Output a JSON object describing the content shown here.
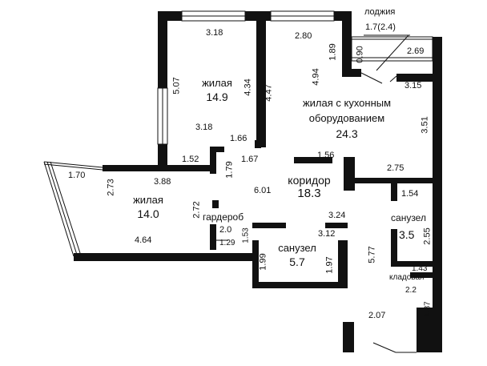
{
  "rooms": {
    "living1": {
      "name": "жилая",
      "area": "14.9"
    },
    "living_kitchen": {
      "name_line1": "жилая с кухонным",
      "name_line2": "оборудованием",
      "area": "24.3"
    },
    "living2": {
      "name": "жилая",
      "area": "14.0"
    },
    "corridor": {
      "name": "коридор",
      "area": "18.3"
    },
    "wardrobe": {
      "name": "гардероб",
      "area": "2.0"
    },
    "bath1": {
      "name": "санузел",
      "area": "5.7"
    },
    "bath2": {
      "name": "санузел",
      "area": "3.5"
    },
    "storage": {
      "name": "кладовая",
      "area": "2.2"
    },
    "loggia": {
      "name": "лоджия",
      "area": "1.7(2.4)"
    }
  },
  "dims": {
    "d318a": "3.18",
    "d507": "5.07",
    "d434": "4.34",
    "d318b": "3.18",
    "d166": "1.66",
    "d280": "2.80",
    "d189": "1.89",
    "d090": "0.90",
    "d269": "2.69",
    "d447": "4.47",
    "d494": "4.94",
    "d315": "3.15",
    "d351": "3.51",
    "d152": "1.52",
    "d167": "1.67",
    "d179": "1.79",
    "d156": "1.56",
    "d275": "2.75",
    "d170": "1.70",
    "d273": "2.73",
    "d388": "3.88",
    "d601": "6.01",
    "d154": "1.54",
    "d272": "2.72",
    "d324": "3.24",
    "d312": "3.12",
    "d255": "2.55",
    "d464": "4.64",
    "d129": "1.29",
    "d153": "1.53",
    "d199": "1.99",
    "d197": "1.97",
    "d577": "5.77",
    "d143": "1.43",
    "d207": "2.07",
    "d187": "1.87"
  }
}
